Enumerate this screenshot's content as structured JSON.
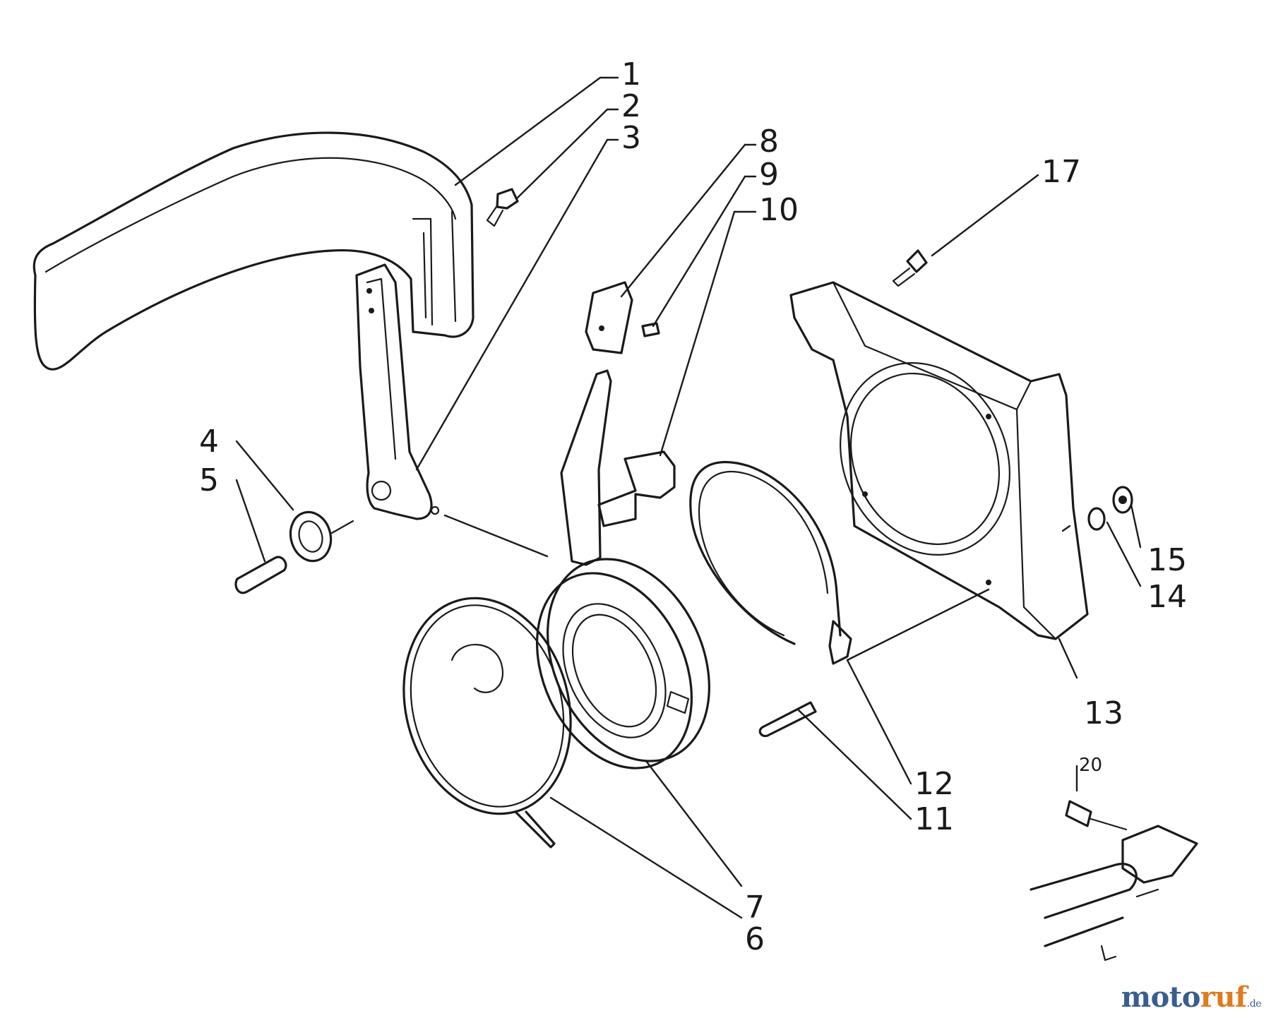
{
  "labels": [
    "1",
    "2",
    "3",
    "4",
    "5",
    "6",
    "7",
    "8",
    "9",
    "10",
    "11",
    "12",
    "13",
    "14",
    "15",
    "17",
    "20"
  ],
  "watermark": {
    "part1": "moto",
    "part2": "ruf",
    "part3": ".de"
  },
  "colors": {
    "ink": "#1a1a1a",
    "brand_blue": "#3a5d8f",
    "brand_orange": "#e07a1e"
  }
}
